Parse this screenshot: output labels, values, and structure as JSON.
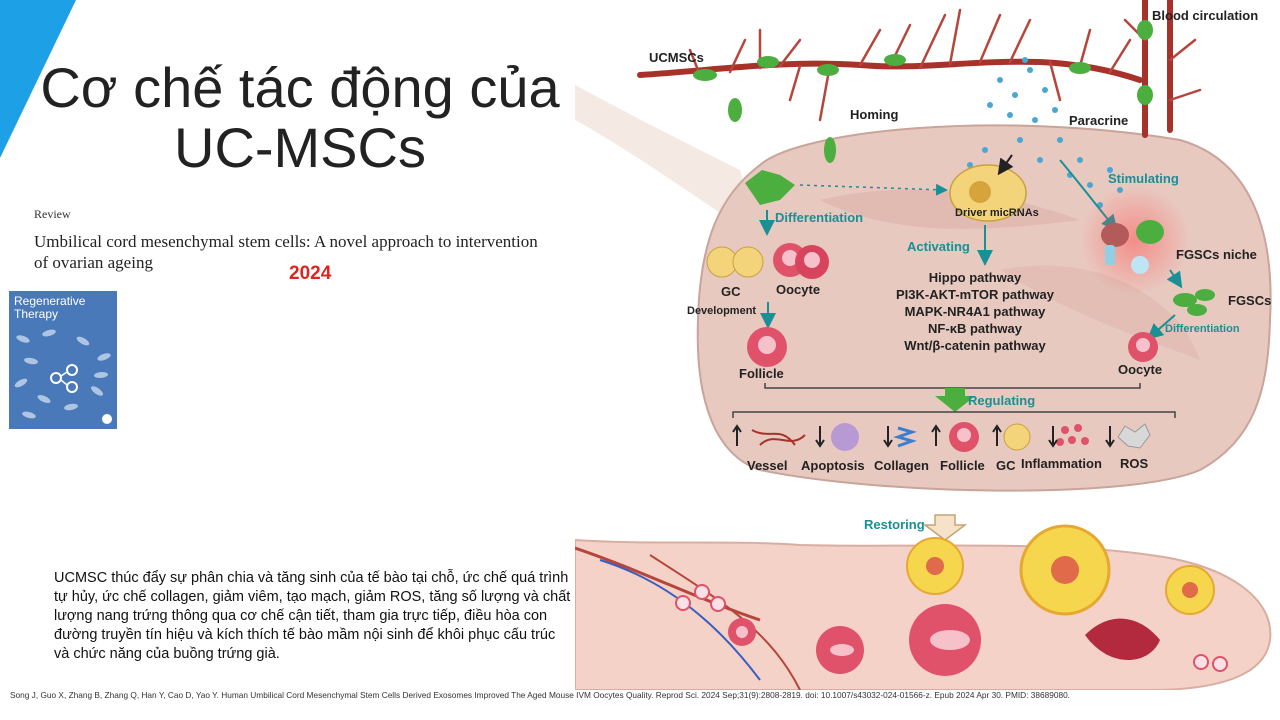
{
  "slide": {
    "title_line1": "Cơ chế tác động của",
    "title_line2": "UC-MSCs",
    "review_label": "Review",
    "paper_title": "Umbilical cord mesenchymal stem cells: A novel approach to intervention of ovarian ageing",
    "year": "2024",
    "journal_cover_title": "Regenerative Therapy",
    "summary": "UCMSC thúc đẩy sự phân chia và tăng sinh của tế bào tại chỗ, ức chế quá trình tự hủy, ức chế collagen, giảm viêm, tạo mạch, giảm ROS, tăng số lượng và chất lượng nang trứng thông qua cơ chế cận tiết, tham gia trực tiếp, điều hòa con đường truyền tín hiệu và kích thích tế bào mầm nội sinh để khôi phục cấu trúc và chức năng của buồng trứng già.",
    "citation": "Song J, Guo X, Zhang B, Zhang Q, Han Y, Cao D, Yao Y. Human Umbilical Cord Mesenchymal Stem Cells Derived Exosomes Improved The Aged Mouse IVM Oocytes Quality. Reprod Sci. 2024 Sep;31(9):2808-2819. doi: 10.1007/s43032-024-01566-z. Epub 2024 Apr 30. PMID: 38689080.",
    "accent_color": "#1ea0e6"
  },
  "diagram": {
    "blood_circulation": "Blood circulation",
    "ucmscs": "UCMSCs",
    "homing": "Homing",
    "paracrine": "Paracrine",
    "stimulating": "Stimulating",
    "differentiation": "Differentiation",
    "driver_micrnas": "Driver micRNAs",
    "activating": "Activating",
    "pathways": [
      "Hippo pathway",
      "PI3K-AKT-mTOR pathway",
      "MAPK-NR4A1 pathway",
      "NF-κB pathway",
      "Wnt/β-catenin pathway"
    ],
    "gc": "GC",
    "oocyte": "Oocyte",
    "development": "Development",
    "follicle": "Follicle",
    "fgscs_niche": "FGSCs niche",
    "fgscs": "FGSCs",
    "differentiation2": "Differentiation",
    "oocyte2": "Oocyte",
    "regulating": "Regulating",
    "outcomes": [
      {
        "label": "Vessel",
        "arrow": "up"
      },
      {
        "label": "Apoptosis",
        "arrow": "down"
      },
      {
        "label": "Collagen",
        "arrow": "down"
      },
      {
        "label": "Follicle",
        "arrow": "up"
      },
      {
        "label": "GC",
        "arrow": "up"
      },
      {
        "label": "Inflammation",
        "arrow": "down"
      },
      {
        "label": "ROS",
        "arrow": "down"
      }
    ],
    "restoring": "Restoring",
    "teal": "#1a8f95",
    "green": "#4cae3e"
  }
}
